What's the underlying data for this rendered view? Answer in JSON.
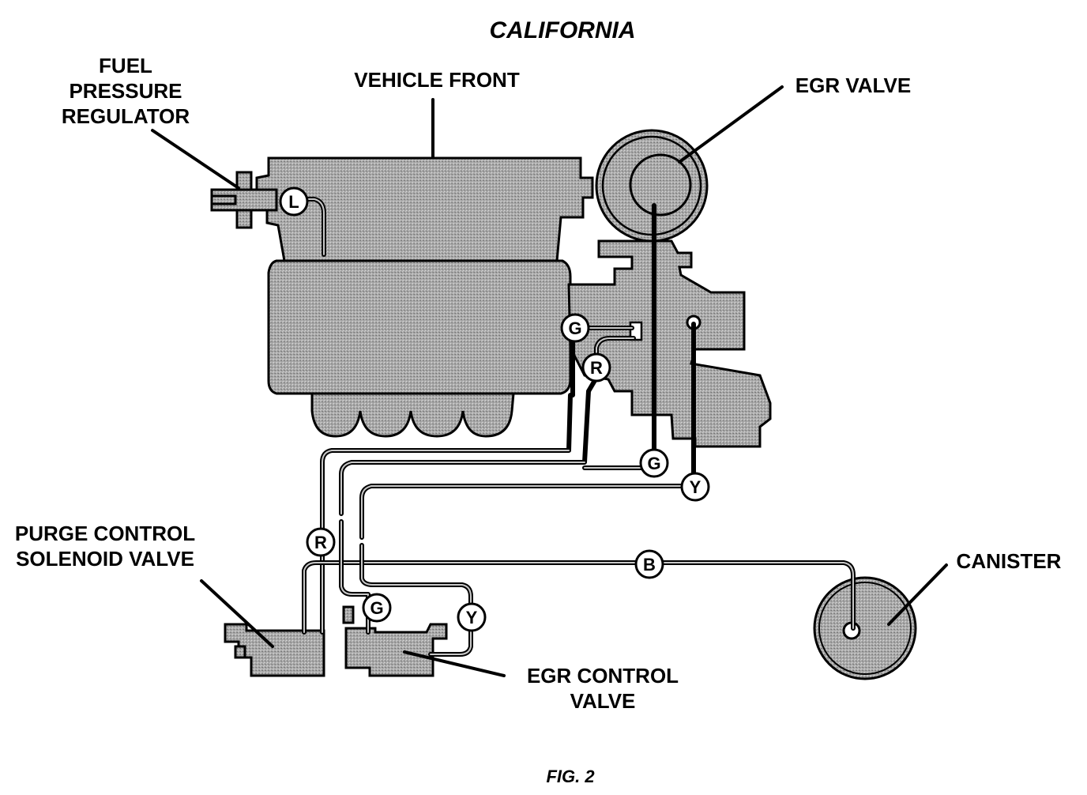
{
  "title": "CALIFORNIA",
  "figure_caption": "FIG. 2",
  "labels": {
    "fuel_pressure_regulator": [
      "FUEL",
      "PRESSURE",
      "REGULATOR"
    ],
    "vehicle_front": "VEHICLE FRONT",
    "egr_valve": "EGR VALVE",
    "purge_control_solenoid_valve": [
      "PURGE CONTROL",
      "SOLENOID VALVE"
    ],
    "canister": "CANISTER",
    "egr_control_valve": [
      "EGR CONTROL",
      "VALVE"
    ]
  },
  "hose_tags": {
    "L": "L",
    "G_upper": "G",
    "R_upper": "R",
    "G_mid": "G",
    "Y_mid": "Y",
    "R_lower": "R",
    "B": "B",
    "G_lower": "G",
    "Y_lower": "Y"
  }
}
